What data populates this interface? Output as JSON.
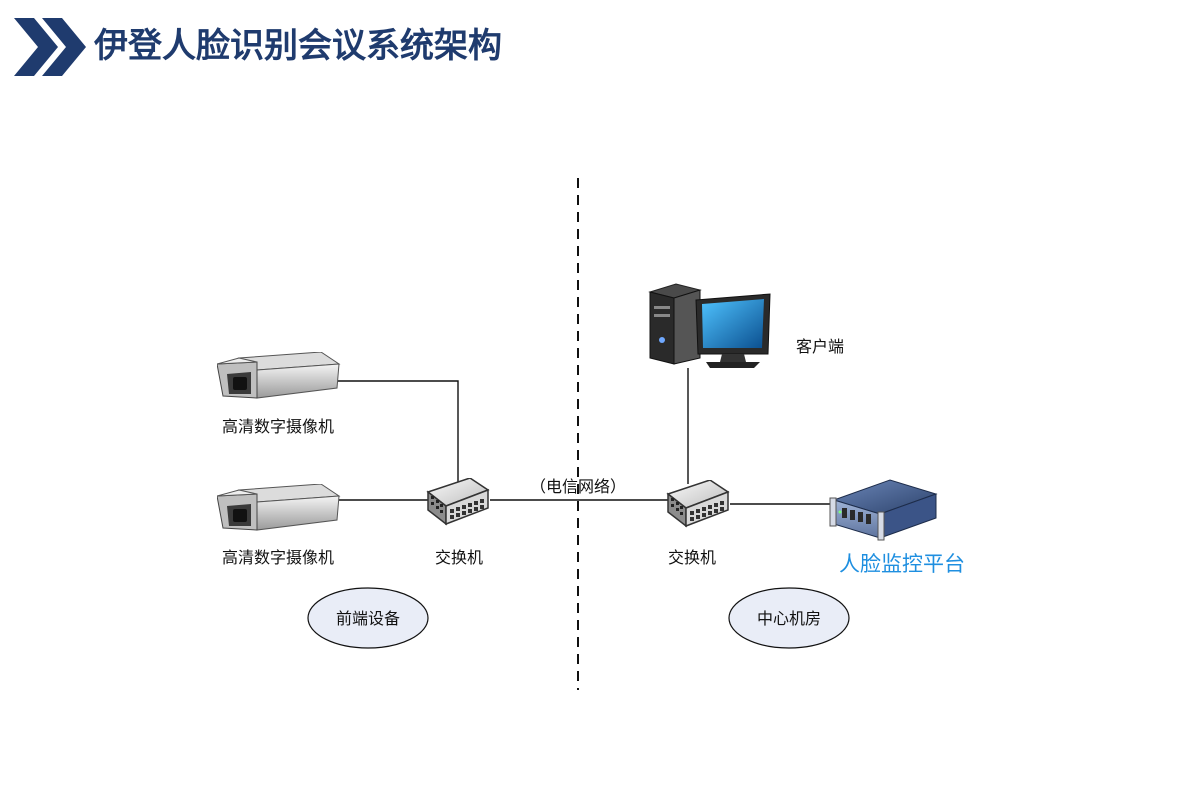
{
  "header": {
    "title": "伊登人脸识别会议系统架构",
    "icon": "double-chevron-right-icon",
    "color": "#1f3b6e"
  },
  "diagram": {
    "nodes": {
      "camera_1": {
        "label": "高清数字摄像机",
        "icon": "surveillance-camera-icon"
      },
      "camera_2": {
        "label": "高清数字摄像机",
        "icon": "surveillance-camera-icon"
      },
      "switch_front": {
        "label": "交换机",
        "icon": "network-switch-icon"
      },
      "switch_center": {
        "label": "交换机",
        "icon": "network-switch-icon"
      },
      "client": {
        "label": "客户端",
        "icon": "desktop-computer-icon"
      },
      "platform": {
        "label": "人脸监控平台",
        "icon": "rack-server-icon",
        "color": "#1f8fe0"
      }
    },
    "network_label": "（电信网络）",
    "zones": {
      "front": {
        "label": "前端设备",
        "fill": "#e9edf7"
      },
      "center": {
        "label": "中心机房",
        "fill": "#e9edf7"
      }
    },
    "edges": [
      {
        "from": "camera_1",
        "to": "switch_front"
      },
      {
        "from": "camera_2",
        "to": "switch_front"
      },
      {
        "from": "switch_front",
        "to": "switch_center"
      },
      {
        "from": "client",
        "to": "switch_center"
      },
      {
        "from": "switch_center",
        "to": "platform"
      }
    ]
  }
}
